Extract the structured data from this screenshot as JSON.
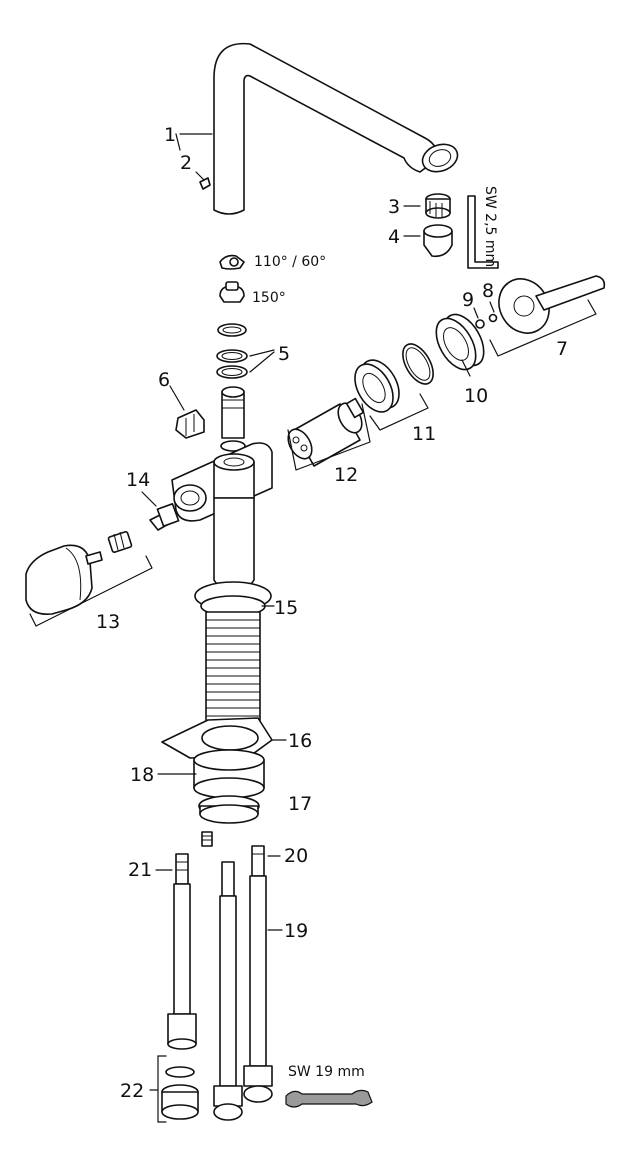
{
  "labels": {
    "p1": "1",
    "p2": "2",
    "p3": "3",
    "p4": "4",
    "p5": "5",
    "p6": "6",
    "p7": "7",
    "p8": "8",
    "p9": "9",
    "p10": "10",
    "p11": "11",
    "p12": "12",
    "p13": "13",
    "p14": "14",
    "p15": "15",
    "p16": "16",
    "p17": "17",
    "p18": "18",
    "p19": "19",
    "p20": "20",
    "p21": "21",
    "p22": "22"
  },
  "annotations": {
    "angle_110_60": "110° / 60°",
    "angle_150": "150°",
    "tool_hex_key": "SW 2,5 mm",
    "tool_wrench": "SW 19 mm"
  }
}
